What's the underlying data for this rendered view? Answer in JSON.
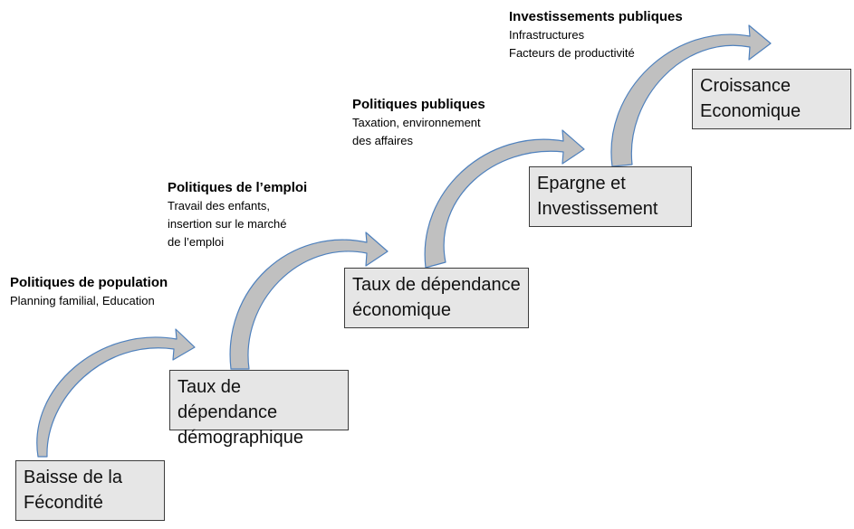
{
  "steps": [
    {
      "lines": [
        "Baisse de la",
        "Fécondité"
      ]
    },
    {
      "lines": [
        "Taux de dépendance",
        "démographique"
      ]
    },
    {
      "lines": [
        "Taux de dépendance",
        "économique"
      ]
    },
    {
      "lines": [
        "Epargne et",
        "Investissement"
      ]
    },
    {
      "lines": [
        "Croissance",
        "Economique"
      ]
    }
  ],
  "policies": [
    {
      "title": "Politiques de population",
      "lines": [
        "Planning familial, Education"
      ]
    },
    {
      "title": "Politiques de l’emploi",
      "lines": [
        "Travail des enfants,",
        "insertion sur le marché",
        "de l’emploi"
      ]
    },
    {
      "title": "Politiques publiques",
      "lines": [
        "Taxation, environnement",
        "des affaires"
      ]
    },
    {
      "title": "Investissements publiques",
      "lines": [
        "Infrastructures",
        "Facteurs de productivité"
      ]
    }
  ],
  "colors": {
    "box_fill": "#e6e6e6",
    "arrow_fill": "#c0c0c0",
    "arrow_stroke": "#4f81bd"
  }
}
